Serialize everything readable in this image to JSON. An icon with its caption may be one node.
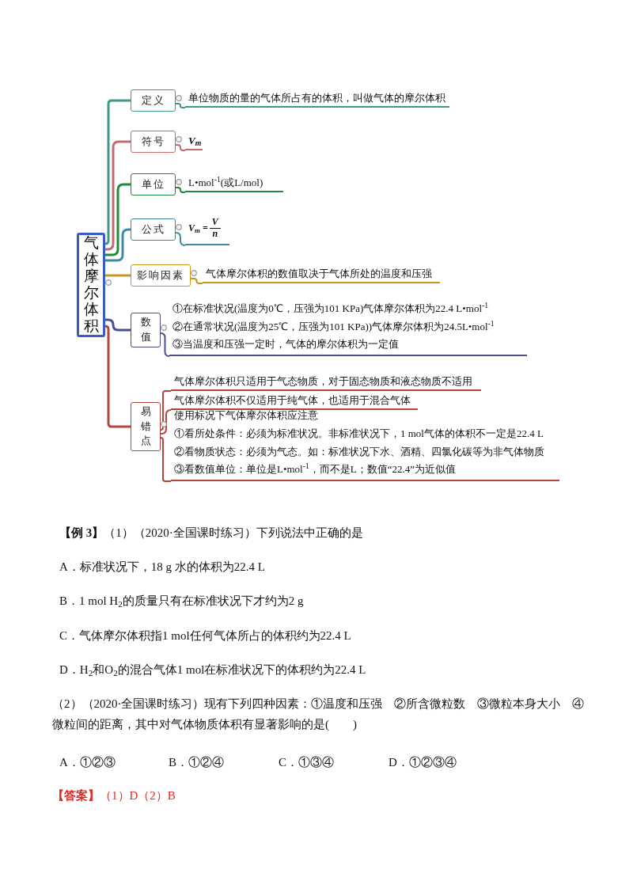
{
  "diagram": {
    "nodes": [
      {
        "text": [
          "气体摩尔体积"
        ]
      },
      {
        "text": [
          "定义"
        ]
      },
      {
        "text": [
          "单位物质的量的气体所占有的体积，叫做气体的摩尔体积"
        ]
      },
      {
        "text": [
          "符号"
        ]
      },
      {
        "text": [
          "V$_{m}$"
        ]
      },
      {
        "text": [
          "单位"
        ]
      },
      {
        "text": [
          "L•mol$^{-1}$(或L/mol)"
        ]
      },
      {
        "text": [
          "公式"
        ]
      },
      {
        "text": [
          "V$_{m}$ =",
          "V",
          "n"
        ]
      },
      {
        "text": [
          "影响因素"
        ]
      },
      {
        "text": [
          "气体摩尔体积的数值取决于气体所处的温度和压强"
        ]
      },
      {
        "text": [
          "数值"
        ]
      },
      {
        "text": [
          "①在标准状况(温度为0℃，压强为101 KPa)气体摩尔体积为22.4 L•mol$^{-1}$",
          "②在通常状况(温度为25℃，压强为101 KPa))气体摩尔体积为24.5L•mol$^{-1}$",
          "③当温度和压强一定时，气体的摩尔体积为一定值"
        ]
      },
      {
        "text": [
          "易错点"
        ]
      },
      {
        "text": [
          "气体摩尔体积只适用于气态物质，对于固态物质和液态物质不适用"
        ]
      },
      {
        "text": [
          "气体摩尔体积不仅适用于纯气体，也适用于混合气体"
        ]
      },
      {
        "text": [
          "使用标况下气体摩尔体积应注意",
          "①看所处条件：必须为标准状况。非标准状况下，1 mol气体的体积不一定是22.4 L",
          "②看物质状态：必须为气态。如：标准状况下水、酒精、四氯化碳等为非气体物质",
          "③看数值单位：单位是L•mol$^{-1}$，而不是L；数值“22.4”为近似值"
        ]
      }
    ],
    "edges": [
      {
        "from": 0,
        "to": 1,
        "arrow": "none",
        "color": "#3d9a8b"
      },
      {
        "from": 1,
        "to": 2,
        "arrow": "none",
        "color": "#3d9a8b"
      },
      {
        "from": 0,
        "to": 3,
        "arrow": "none",
        "color": "#c46a6d"
      },
      {
        "from": 3,
        "to": 4,
        "arrow": "none",
        "color": "#c46a6d"
      },
      {
        "from": 0,
        "to": 5,
        "arrow": "none",
        "color": "#1f8a3b"
      },
      {
        "from": 5,
        "to": 6,
        "arrow": "none",
        "color": "#1f8a3b"
      },
      {
        "from": 0,
        "to": 7,
        "arrow": "none",
        "color": "#3b8ba6"
      },
      {
        "from": 7,
        "to": 8,
        "arrow": "none",
        "color": "#3b8ba6"
      },
      {
        "from": 0,
        "to": 9,
        "arrow": "none",
        "color": "#c9961f"
      },
      {
        "from": 9,
        "to": 10,
        "arrow": "none",
        "color": "#c9961f"
      },
      {
        "from": 0,
        "to": 11,
        "arrow": "none",
        "color": "#4b4f8c"
      },
      {
        "from": 11,
        "to": 12,
        "arrow": "none",
        "color": "#4b4f8c"
      },
      {
        "from": 0,
        "to": 13,
        "arrow": "none",
        "color": "#b5453c"
      },
      {
        "from": 13,
        "to": 14,
        "arrow": "none",
        "color": "#b5453c"
      },
      {
        "from": 13,
        "to": 15,
        "arrow": "none",
        "color": "#b5453c"
      },
      {
        "from": 13,
        "to": 16,
        "arrow": "none",
        "color": "#b5453c"
      }
    ],
    "labels": [
      "**【例 3】**（1）（2020·全国课时练习）下列说法中正确的是",
      "A．标准状况下，18 g 水的体积为22.4 L",
      "B．1 mol H$_{2}$的质量只有在标准状况下才约为2 g",
      "C．气体摩尔体积指1 mol任何气体所占的体积约为22.4 L",
      "D．H$_{2}$和O$_{2}$的混合气体1 mol在标准状况下的体积约为22.4 L",
      "（2）（2020·全国课时练习）现有下列四种因素：①温度和压强　②所含微粒数　③微粒本身大小　④微粒间的距离，其中对气体物质体积有显著影响的是(　　)",
      "A．①②③",
      "B．①②④",
      "C．①③④",
      "D．①②③④",
      "**【答案】**（1）D（2）B"
    ]
  }
}
